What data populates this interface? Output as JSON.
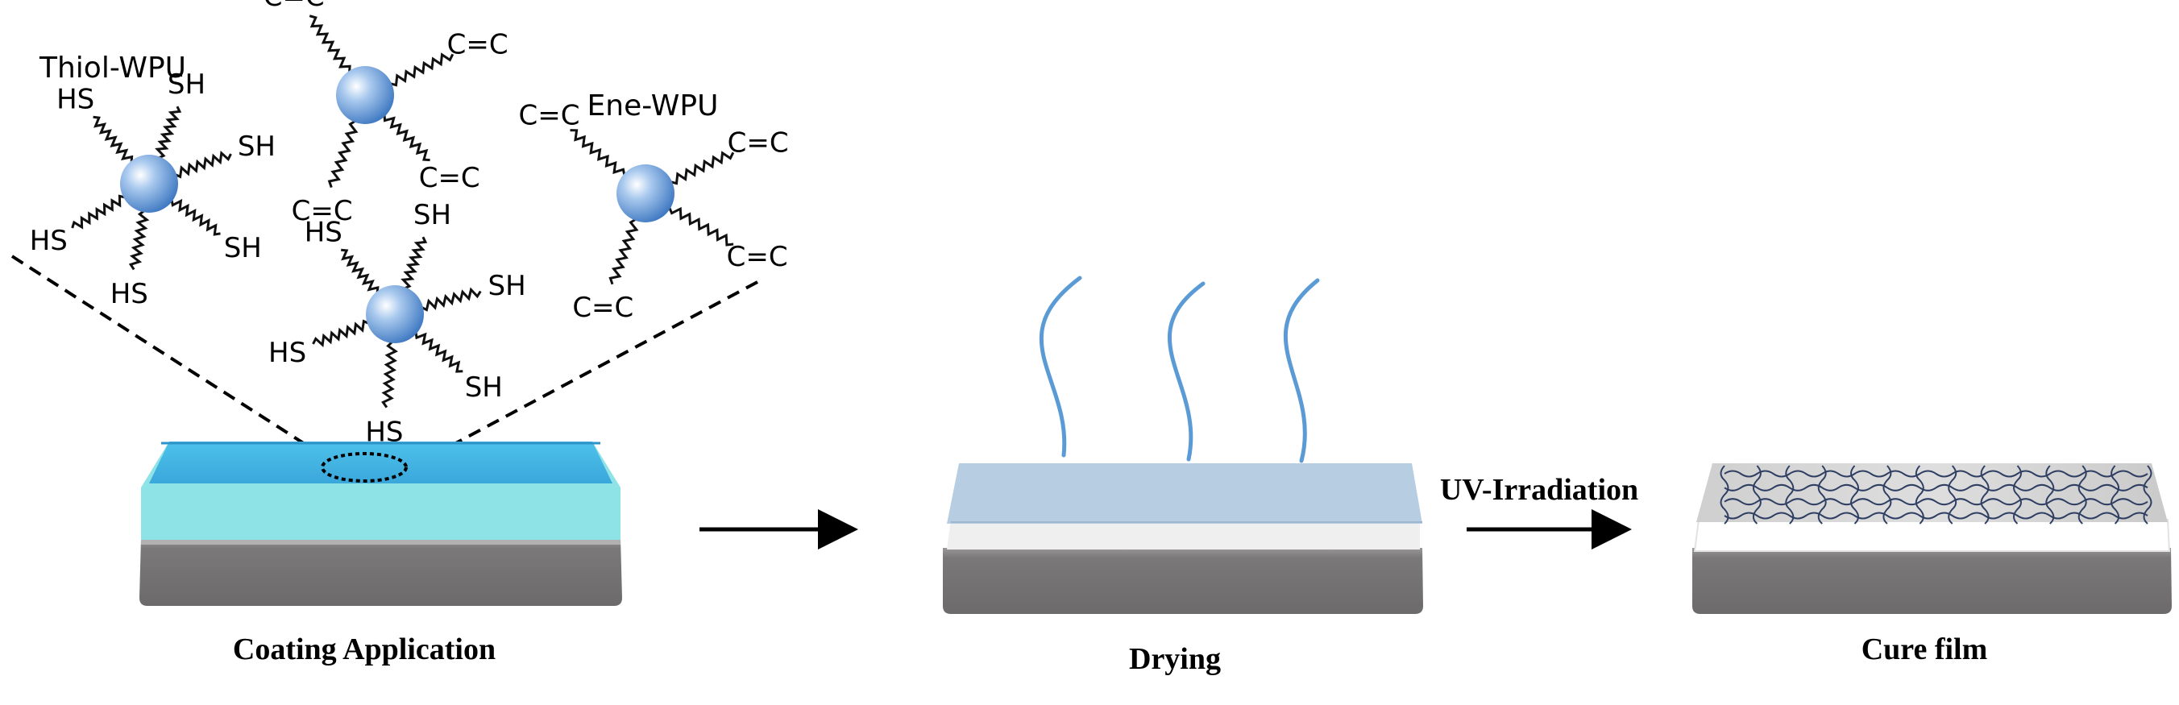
{
  "labels": {
    "thiol_wpu": "Thiol-WPU",
    "ene_wpu": "Ene-WPU",
    "uv": "UV-Irradiation",
    "coating": "Coating Application",
    "drying": "Drying",
    "cure": "Cure film"
  },
  "groups": {
    "thiol_left": [
      "HS",
      "SH",
      "SH",
      "SH",
      "HS",
      "HS"
    ],
    "ene_top": [
      "C=C",
      "C=C",
      "C=C",
      "C=C"
    ],
    "thiol_center": [
      "HS",
      "SH",
      "SH",
      "SH",
      "HS",
      "HS"
    ],
    "ene_right": [
      "C=C",
      "C=C",
      "C=C",
      "C=C"
    ]
  },
  "colors": {
    "coating_top": "#46b4e3",
    "coating_side": "#8ee3e6",
    "substrate": "#7a7878",
    "drying_film": "#b7cde2",
    "vapor": "#5b9bd5",
    "cure_film": "#d4d4d4",
    "network": "#2f3f63",
    "sphere": "#5e95d6"
  }
}
